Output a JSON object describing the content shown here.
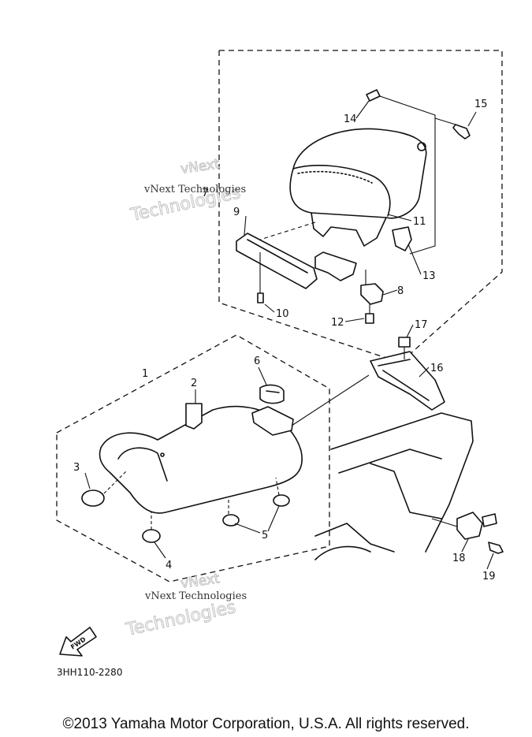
{
  "parts": {
    "p1": "1",
    "p2": "2",
    "p3": "3",
    "p4": "4",
    "p5": "5",
    "p6": "6",
    "p7": "7",
    "p8": "8",
    "p9": "9",
    "p10": "10",
    "p11": "11",
    "p12": "12",
    "p13": "13",
    "p14": "14",
    "p15": "15",
    "p16": "16",
    "p17": "17",
    "p18": "18",
    "p19": "19"
  },
  "watermark": {
    "line1": "vNext",
    "line2": "Technologies",
    "line3": "vNext Technologies"
  },
  "fwd_label": "FWD",
  "diagram_code": "3HH110-2280",
  "copyright": "©2013 Yamaha Motor Corporation, U.S.A. All rights reserved."
}
